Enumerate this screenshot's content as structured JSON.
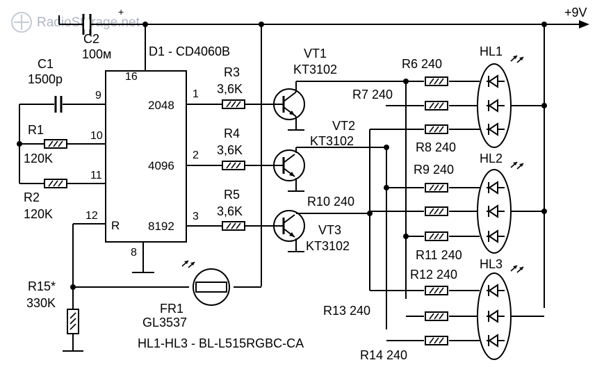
{
  "watermark": {
    "text": "RadioStorage.net"
  },
  "supply": {
    "label": "+9V"
  },
  "ic": {
    "label": "D1 - CD4060B",
    "pin16": "16",
    "pin9": "9",
    "pin10": "10",
    "pin11": "11",
    "pin12": "12",
    "pin8": "8",
    "reset": "R",
    "q2048": "2048",
    "q4096": "4096",
    "q8192": "8192",
    "out1": "1",
    "out2": "2",
    "out3": "3"
  },
  "c1": {
    "name": "C1",
    "value": "1500p"
  },
  "c2": {
    "name": "C2",
    "value": "100м",
    "plus": "+"
  },
  "r1": {
    "name": "R1",
    "value": "120K"
  },
  "r2": {
    "name": "R2",
    "value": "120K"
  },
  "r3": {
    "name": "R3",
    "value": "3,6K"
  },
  "r4": {
    "name": "R4",
    "value": "3,6K"
  },
  "r5": {
    "name": "R5",
    "value": "3,6K"
  },
  "r15": {
    "name": "R15*",
    "value": "330K"
  },
  "vt1": {
    "name": "VT1",
    "type": "KT3102"
  },
  "vt2": {
    "name": "VT2",
    "type": "KT3102"
  },
  "vt3": {
    "name": "VT3",
    "type": "KT3102"
  },
  "fr1": {
    "name": "FR1",
    "type": "GL3537"
  },
  "led_resistors": {
    "r6": "R6 240",
    "r7": "R7 240",
    "r8": "R8 240",
    "r9": "R9 240",
    "r10": "R10 240",
    "r11": "R11 240",
    "r12": "R12 240",
    "r13": "R13 240",
    "r14": "R14 240"
  },
  "leds": {
    "hl1": "HL1",
    "hl2": "HL2",
    "hl3": "HL3"
  },
  "note": "HL1-HL3 - BL-L515RGBC-CA"
}
